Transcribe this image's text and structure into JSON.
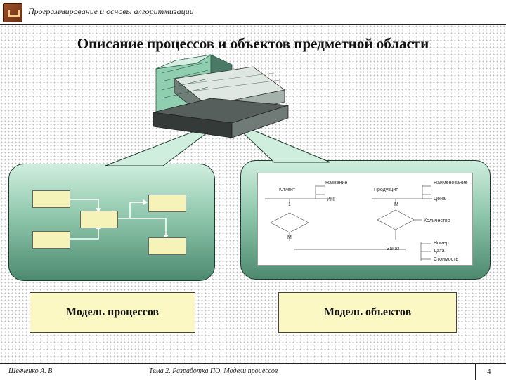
{
  "header": {
    "title": "Программирование и основы алгоритмизации"
  },
  "slide": {
    "title": "Описание процессов и объектов предметной области"
  },
  "er_diagram": {
    "labels": [
      "Название",
      "Клиент",
      "ИНН",
      "Продукция",
      "Наименование",
      "Цена",
      "1",
      "М",
      "Количество",
      "М",
      "Номер",
      "Заказ",
      "Дата",
      "Стоимость"
    ]
  },
  "models": {
    "process_label": "Модель процессов",
    "object_label": "Модель объектов"
  },
  "footer": {
    "author": "Шевченко А. В.",
    "topic": "Тема 2. Разработка ПО. Модели процессов",
    "page": "4"
  }
}
